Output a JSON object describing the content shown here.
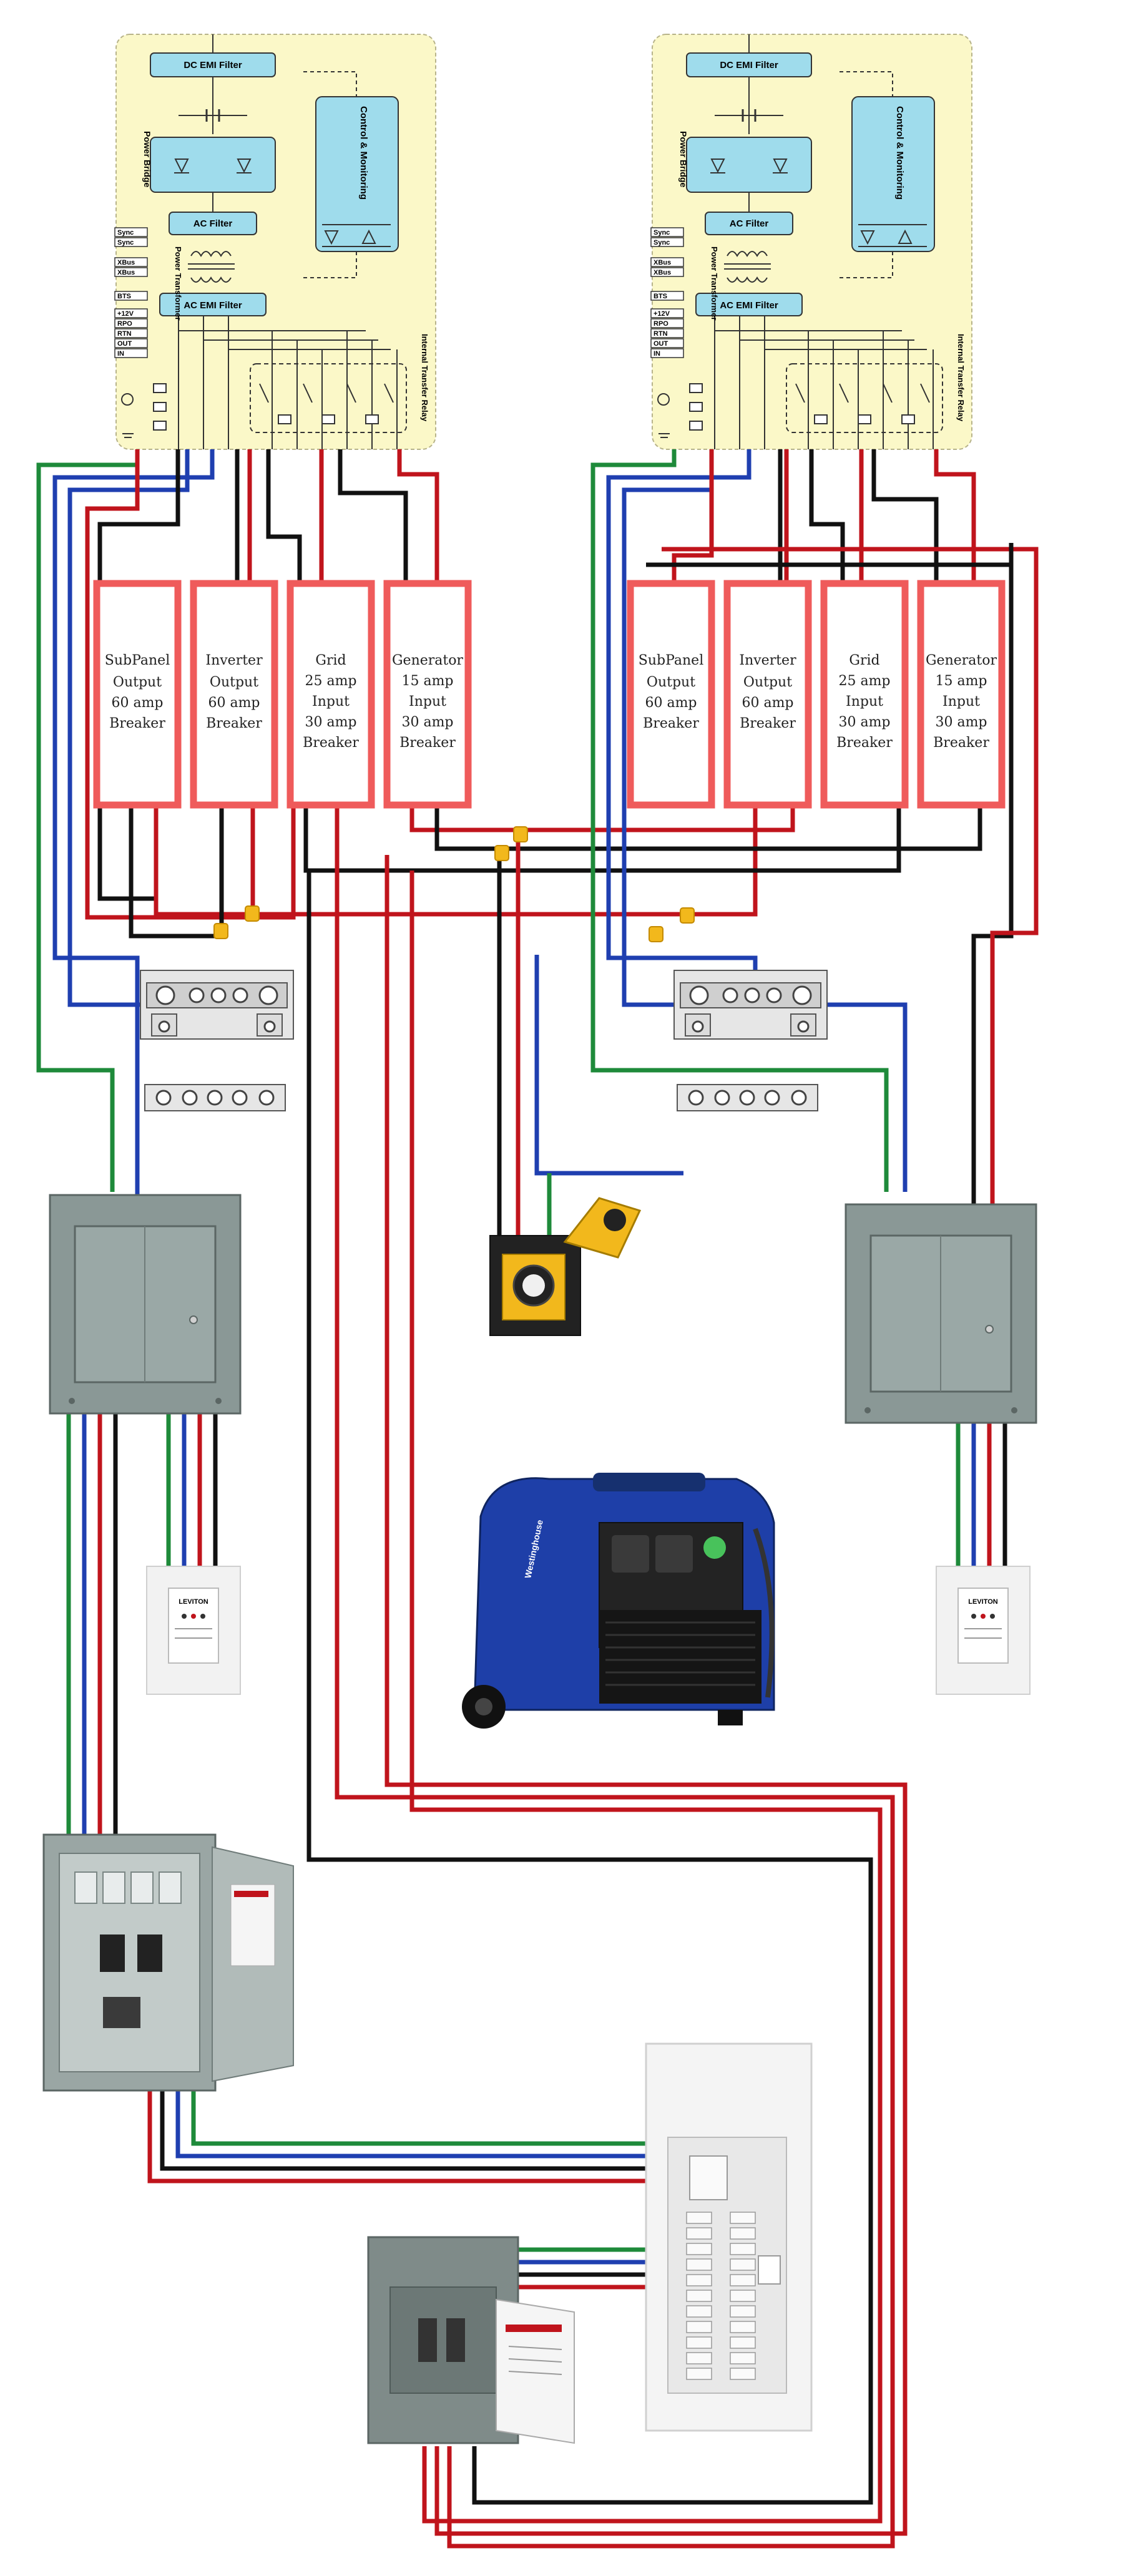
{
  "colors": {
    "hot_red": "#c0141c",
    "black": "#111111",
    "neutral_blue": "#1f3fb0",
    "ground_green": "#1e8a3a",
    "breaker_box": "#ef5b5b",
    "inverter_bg": "#fbf8c8",
    "block_fill": "#9fdcec",
    "connector_yellow": "#f2b81c",
    "panel_gray": "#8a9896"
  },
  "inverter_labels": {
    "dc_emi_filter": "DC EMI Filter",
    "power_bridge": "Power Bridge",
    "ac_filter": "AC Filter",
    "control_monitoring": "Control & Monitoring",
    "power_transformer": "Power Transformer",
    "ac_emi_filter": "AC EMI Filter",
    "internal_transfer_relay": "Internal Transfer Relay",
    "pins": [
      "Sync",
      "Sync",
      "XBus",
      "XBus",
      "BTS",
      "+12V",
      "RPO",
      "RTN",
      "OUT",
      "IN"
    ]
  },
  "breakers": [
    [
      "SubPanel",
      "Output",
      "60 amp",
      "Breaker"
    ],
    [
      "Inverter",
      "Output",
      "60 amp",
      "Breaker"
    ],
    [
      "Grid",
      "25 amp",
      "Input",
      "30 amp",
      "Breaker"
    ],
    [
      "Generator",
      "15 amp",
      "Input",
      "30 amp",
      "Breaker"
    ]
  ],
  "device_labels": {
    "gfci_brand": "LEVITON",
    "generator_brand": "Westinghouse"
  }
}
